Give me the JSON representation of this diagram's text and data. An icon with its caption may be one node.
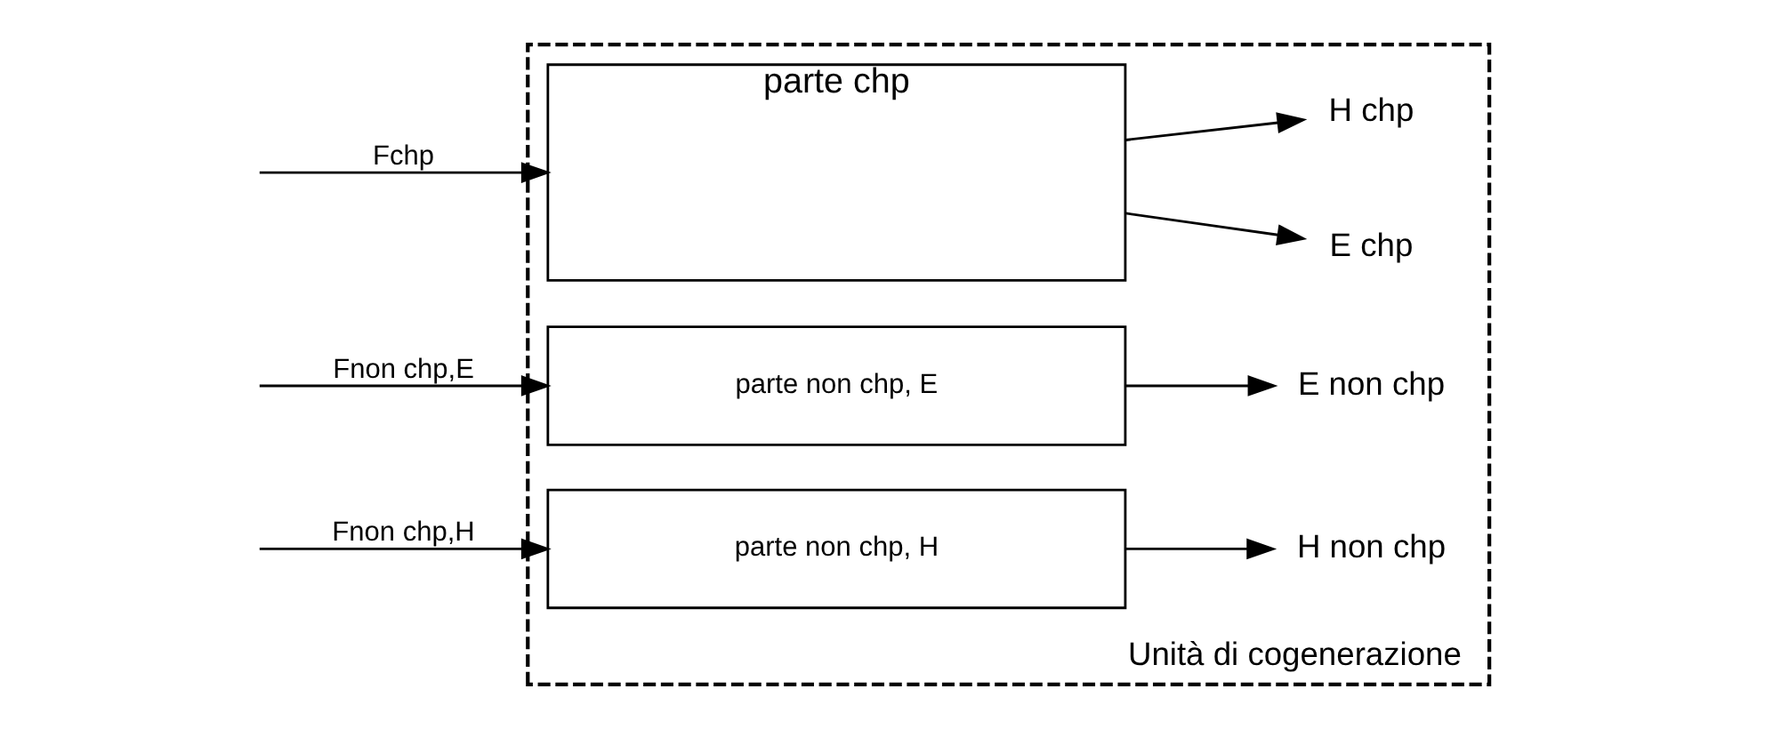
{
  "diagram": {
    "nodes": [
      {
        "text": [
          "Unità di cogenerazione"
        ]
      },
      {
        "text": [
          "parte chp"
        ],
        "in": 0
      },
      {
        "text": [
          "parte non chp, E"
        ],
        "in": 0
      },
      {
        "text": [
          "parte non chp, H"
        ],
        "in": 0
      },
      {
        "text": [
          "E chp"
        ],
        "in": 0
      },
      {
        "text": [
          "H chp"
        ],
        "in": 0
      },
      {
        "text": [
          "E non chp"
        ],
        "in": 0
      },
      {
        "text": [
          "H non chp"
        ],
        "in": 0
      }
    ],
    "edges": [
      {
        "from": null,
        "to": 1,
        "arrow": "to",
        "label": "Fchp"
      },
      {
        "from": null,
        "to": 2,
        "arrow": "to",
        "label": "Fnon chp,E"
      },
      {
        "from": null,
        "to": 3,
        "arrow": "to",
        "label": "Fnon chp,H"
      },
      {
        "from": 1,
        "to": 4,
        "arrow": "to"
      },
      {
        "from": 1,
        "to": 5,
        "arrow": "to"
      },
      {
        "from": 2,
        "to": 6,
        "arrow": "to"
      },
      {
        "from": 3,
        "to": 7,
        "arrow": "to"
      }
    ]
  }
}
